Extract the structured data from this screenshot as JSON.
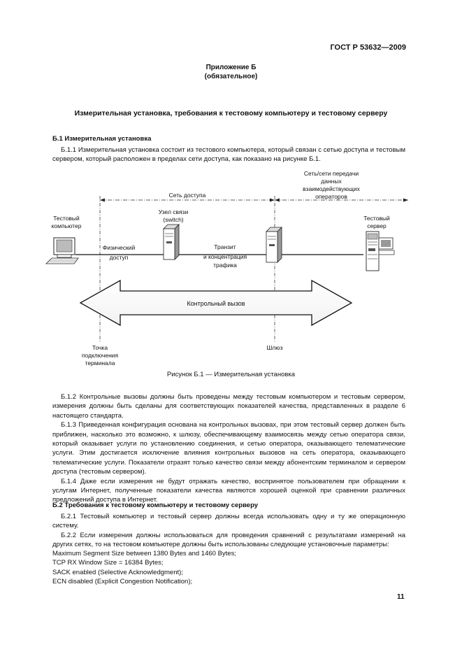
{
  "header": {
    "doc_id": "ГОСТ Р 53632—2009"
  },
  "appendix": {
    "line1": "Приложение Б",
    "line2": "(обязательное)"
  },
  "title": "Измерительная установка, требования к тестовому компьютеру и тестовому серверу",
  "section1": {
    "heading": "Б.1 Измерительная установка",
    "p1": "Б.1.1 Измерительная установка состоит из тестового компьютера, который связан с сетью доступа и тестовым сервером, который расположен в пределах сети доступа, как показано на рисунке Б.1."
  },
  "figure": {
    "operators_net": [
      "Сеть/сети передачи",
      "данных",
      "взаимодействующих",
      "операторов"
    ],
    "access_net": "Сеть доступа",
    "test_computer": [
      "Тестовый",
      "компьютер"
    ],
    "switch_node": [
      "Узел связи",
      "(switch)"
    ],
    "test_server": [
      "Тестовый",
      "сервер"
    ],
    "physical_access": [
      "Физический",
      "доступ"
    ],
    "transit": [
      "Транзит",
      "и концентрация",
      "трафика"
    ],
    "control_call": "Контрольный вызов",
    "terminal_point": [
      "Точка",
      "подключения",
      "терминала"
    ],
    "gateway": "Шлюз",
    "caption": "Рисунок Б.1 — Измерительная установка"
  },
  "section1_rest": {
    "p2": "Б.1.2 Контрольные вызовы должны быть проведены между тестовым компьютером и тестовым сервером, измерения должны быть сделаны для соответствующих показателей качества, представленных в разделе 6 настоящего стандарта.",
    "p3": "Б.1.3 Приведенная конфигурация основана на контрольных вызовах, при этом тестовый сервер должен быть приближен, насколько это возможно, к шлюзу, обеспечивающему взаимосвязь между сетью оператора связи, который оказывает услуги по установлению соединения, и сетью оператора, оказывающего телематические услуги. Этим достигается исключение влияния контрольных вызовов на сеть оператора, оказывающего телематические услуги. Показатели отразят только качество связи между абонентским терминалом и сервером доступа (тестовым сервером).",
    "p4": "Б.1.4 Даже если измерения не будут отражать качество, воспринятое пользователем при обращении к услугам Интернет, полученные показатели качества являются хорошей оценкой при сравнении различных предложений доступа в Интернет."
  },
  "section2": {
    "heading": "Б.2 Требования к тестовому компьютеру и тестовому серверу",
    "p1": "Б.2.1 Тестовый компьютер и тестовый сервер должны всегда использовать одну и ту же операционную систему.",
    "p2": "Б.2.2 Если измерения должны использоваться для проведения сравнений с результатами измерений на других сетях, то на тестовом компьютере должны быть использованы следующие установочные параметры:",
    "params": [
      "Maximum Segment Size between 1380 Bytes and 1460 Bytes;",
      "TCP RX Window Size  =  16384 Bytes;",
      "SACK enabled (Selective Acknowledgment);",
      "ECN disabled (Explicit Congestion Notification);"
    ]
  },
  "page_number": "11"
}
